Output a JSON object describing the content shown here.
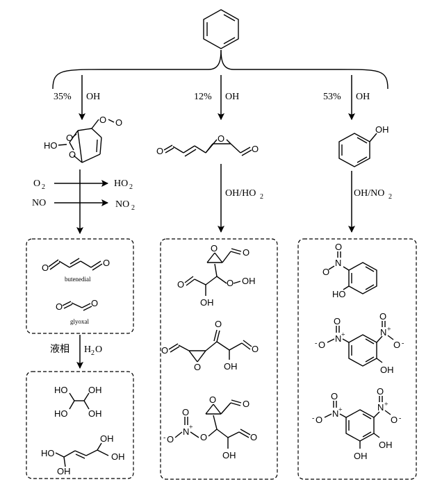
{
  "pathways": [
    {
      "percent": "35%",
      "reagent": "OH"
    },
    {
      "percent": "12%",
      "reagent": "OH"
    },
    {
      "percent": "53%",
      "reagent": "OH"
    }
  ],
  "left": {
    "peroxy_atoms": {
      "ho": "HO",
      "o1": "O",
      "o2": "O",
      "oo1": "O",
      "oo2": "O"
    },
    "reactions": [
      {
        "reactant": "O",
        "reactant_sub": "2",
        "product": "HO",
        "product_sub": "2"
      },
      {
        "reactant": "NO",
        "reactant_sub": "",
        "product": "NO",
        "product_sub": "2"
      }
    ],
    "box1": {
      "butenedial_label": "butenedial",
      "glyoxal_label": "glyoxal"
    },
    "aqueous_label": "液相",
    "water_label": "H",
    "water_sub": "2",
    "water_tail": "O"
  },
  "middle": {
    "reagent_label": "OH/HO",
    "reagent_sub": "2"
  },
  "right": {
    "reagent_label": "OH/NO",
    "reagent_sub": "2",
    "phenol_oh": "OH"
  },
  "atom_labels": {
    "O": "O",
    "OH": "OH",
    "HO": "HO",
    "N": "N",
    "plus": "+",
    "minus": "-",
    "OO": "O",
    "OOH": "OH"
  }
}
